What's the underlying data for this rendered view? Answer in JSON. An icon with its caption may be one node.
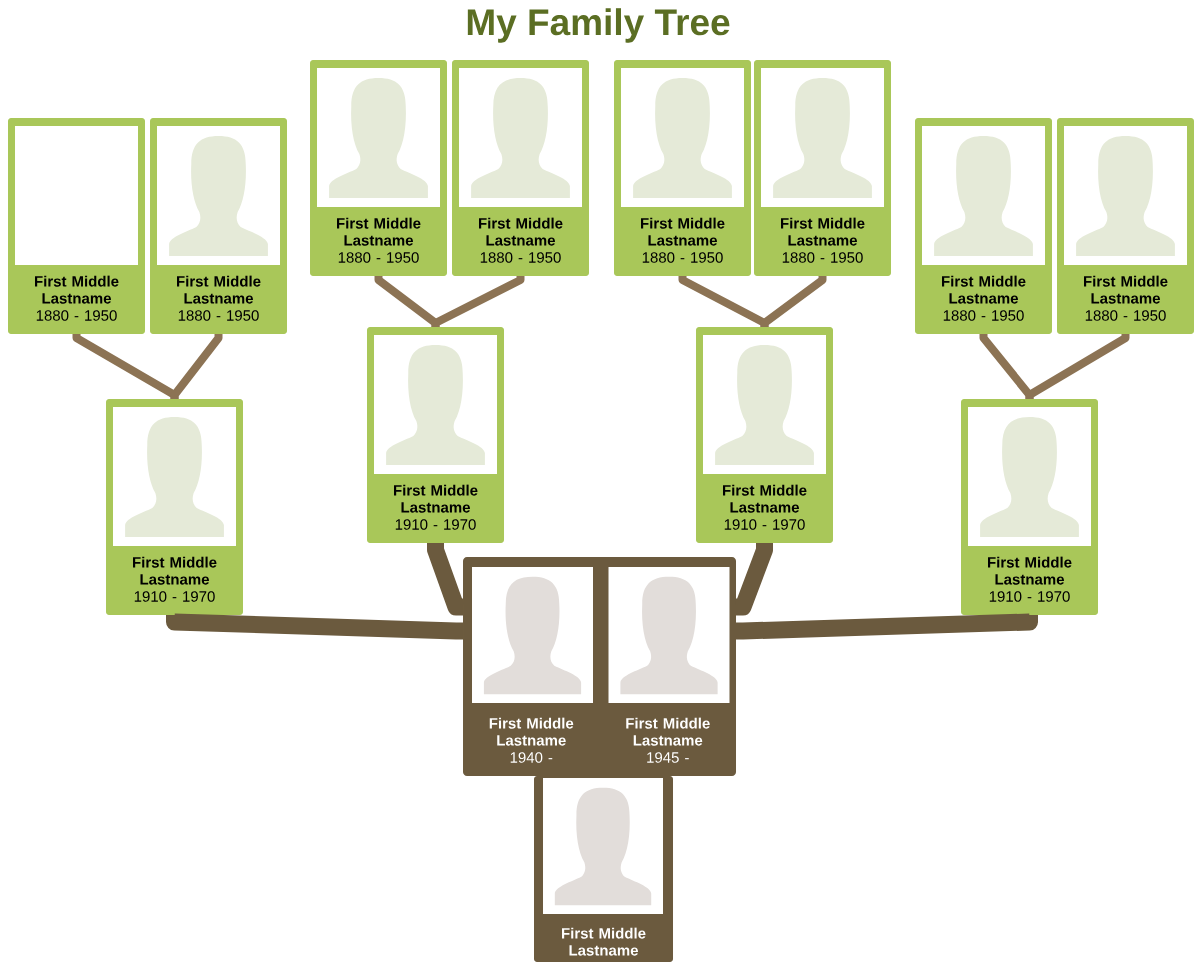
{
  "diagram": {
    "title": "My Family Tree",
    "nodes": [
      {
        "text": [
          "First Middle Lastname",
          "1880 - 1950"
        ]
      },
      {
        "text": [
          "First Middle Lastname",
          "1880 - 1950"
        ]
      },
      {
        "text": [
          "First Middle Lastname",
          "1880 - 1950"
        ]
      },
      {
        "text": [
          "First Middle Lastname",
          "1880 - 1950"
        ]
      },
      {
        "text": [
          "First Middle Lastname",
          "1880 - 1950"
        ]
      },
      {
        "text": [
          "First Middle Lastname",
          "1880 - 1950"
        ]
      },
      {
        "text": [
          "First Middle Lastname",
          "1880 - 1950"
        ]
      },
      {
        "text": [
          "First Middle Lastname",
          "1880 - 1950"
        ]
      },
      {
        "text": [
          "First Middle Lastname",
          "1910 - 1970"
        ]
      },
      {
        "text": [
          "First Middle Lastname",
          "1910 - 1970"
        ]
      },
      {
        "text": [
          "First Middle Lastname",
          "1910 - 1970"
        ]
      },
      {
        "text": [
          "First Middle Lastname",
          "1910 - 1970"
        ]
      },
      {
        "text": [],
        "shape": "box"
      },
      {
        "text": [
          "First Middle Lastname",
          "1940 -"
        ],
        "in": 12
      },
      {
        "text": [
          "First Middle Lastname",
          "1945 -"
        ],
        "in": 12
      },
      {
        "text": [
          "First Middle Lastname"
        ]
      }
    ],
    "edges": [
      {
        "from": 0,
        "to": 8,
        "arrow": "none"
      },
      {
        "from": 1,
        "to": 8,
        "arrow": "none"
      },
      {
        "from": 2,
        "to": 9,
        "arrow": "none"
      },
      {
        "from": 3,
        "to": 9,
        "arrow": "none"
      },
      {
        "from": 4,
        "to": 10,
        "arrow": "none"
      },
      {
        "from": 5,
        "to": 10,
        "arrow": "none"
      },
      {
        "from": 6,
        "to": 11,
        "arrow": "none"
      },
      {
        "from": 7,
        "to": 11,
        "arrow": "none"
      },
      {
        "from": 8,
        "to": 13,
        "arrow": "none",
        "style": "thick",
        "color": "#6b5a3e"
      },
      {
        "from": 9,
        "to": 13,
        "arrow": "none",
        "style": "thick",
        "color": "#6b5a3e"
      },
      {
        "from": 10,
        "to": 14,
        "arrow": "none",
        "style": "thick",
        "color": "#6b5a3e"
      },
      {
        "from": 11,
        "to": 14,
        "arrow": "none",
        "style": "thick",
        "color": "#6b5a3e"
      }
    ]
  }
}
